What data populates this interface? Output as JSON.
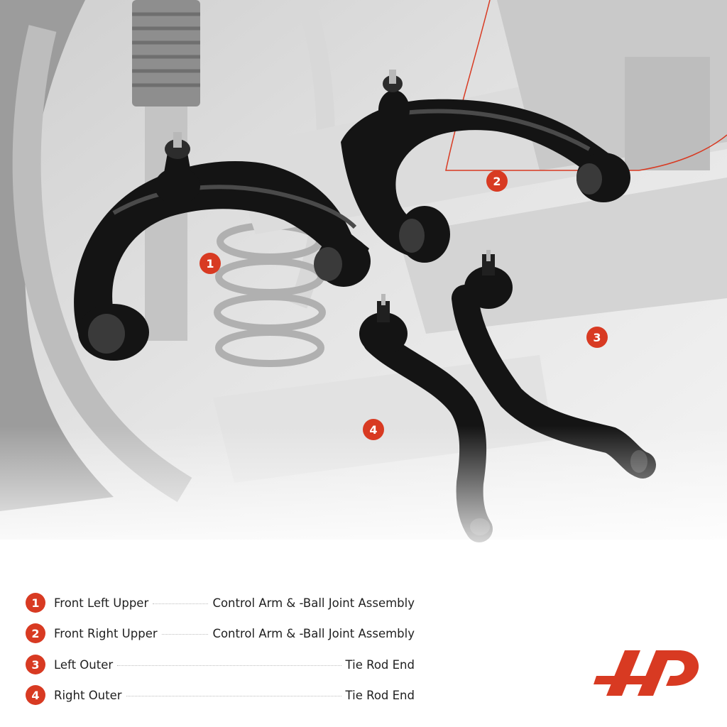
{
  "legend": {
    "items": [
      {
        "number": "1",
        "part": "Front Left Upper",
        "desc": "Control Arm & -Ball Joint Assembly"
      },
      {
        "number": "2",
        "part": "Front Right Upper",
        "desc": "Control Arm & -Ball Joint Assembly"
      },
      {
        "number": "3",
        "part": "Left Outer",
        "desc": "Tie Rod End"
      },
      {
        "number": "4",
        "part": "Right Outer",
        "desc": "Tie Rod End"
      }
    ]
  },
  "markers": [
    "1",
    "2",
    "3",
    "4"
  ],
  "colors": {
    "accent": "#d83a22",
    "part": "#141414",
    "background": "#ffffff",
    "scene": "#bcbcbc"
  },
  "logo": {
    "icon": "ap-logo-icon"
  }
}
